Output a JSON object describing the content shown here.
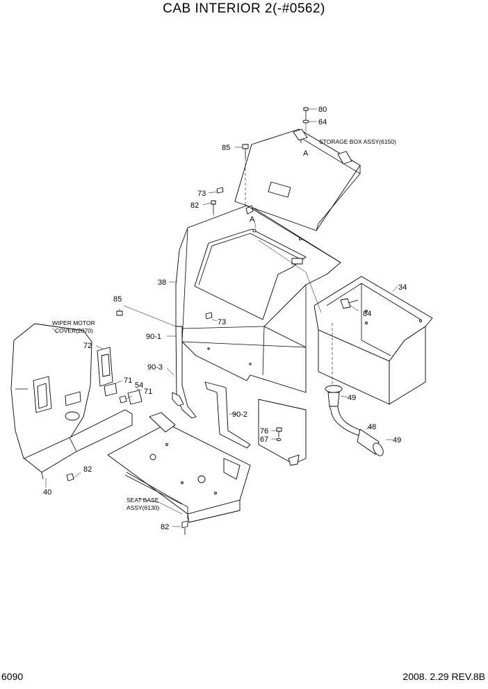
{
  "title": "CAB INTERIOR 2(-#0562)",
  "page_number": "6090",
  "revision": "2008. 2.29 REV.8B",
  "callouts": {
    "c80": "80",
    "c64": "64",
    "c85a": "85",
    "c73a": "73",
    "c82a": "82",
    "c38": "38",
    "c34": "34",
    "c85b": "85",
    "c73b": "73",
    "c84": "84",
    "c90_1": "90-1",
    "c72": "72",
    "c90_3": "90-3",
    "c71a": "71",
    "c54": "54",
    "c71b": "71",
    "c49a": "49",
    "c48": "48",
    "c49b": "49",
    "c90_2": "90-2",
    "c76": "76",
    "c67": "67",
    "c82b": "82",
    "c40": "40",
    "c82c": "82"
  },
  "notes": {
    "storage_box": "STORAGE BOX ASSY(6150)",
    "wiper_motor_line1": "WIPER MOTOR",
    "wiper_motor_line2": "COVER(2070)",
    "seat_base_line1": "SEAT BASE",
    "seat_base_line2": "ASSY(6130)",
    "ref_a1": "A",
    "ref_a2": "A"
  }
}
